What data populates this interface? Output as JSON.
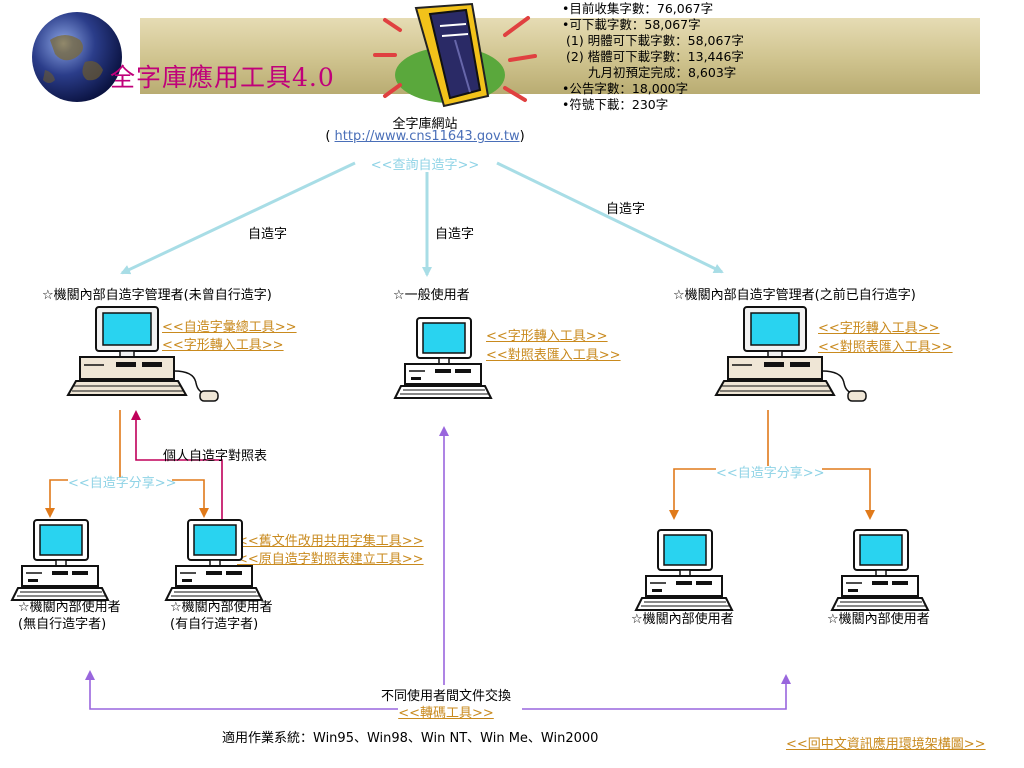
{
  "title": "全字庫應用工具4.0",
  "stats": [
    "•目前收集字數：76,067字",
    "•可下載字數：58,067字",
    "(1) 明體可下載字數：58,067字",
    "(2) 楷體可下載字數：13,446字",
    "九月初預定完成：8,603字",
    "•公告字數：18,000字",
    "•符號下載：230字"
  ],
  "site": {
    "name": "全字庫網站",
    "url_prefix": "(",
    "url": "http://www.cns11643.gov.tw",
    "url_suffix": ")",
    "query": "<<查詢自造字>>"
  },
  "edges": {
    "left": "自造字",
    "middle": "自造字",
    "right": "自造字",
    "personal_table": "個人自造字對照表"
  },
  "nodes": {
    "admin_left": "☆機關內部自造字管理者(未曾自行造字)",
    "general_user": "☆一般使用者",
    "admin_right": "☆機關內部自造字管理者(之前已自行造字)",
    "internal_no_1": "☆機關內部使用者",
    "internal_no_2": "(無自行造字者)",
    "internal_yes_1": "☆機關內部使用者",
    "internal_yes_2": "(有自行造字者)",
    "internal_r1": "☆機關內部使用者",
    "internal_r2": "☆機關內部使用者"
  },
  "tools": {
    "admin_left": [
      "<<自造字彙總工具>>",
      "<<字形轉入工具>>"
    ],
    "general_user": [
      "<<字形轉入工具>>",
      "<<對照表匯入工具>>"
    ],
    "admin_right": [
      "<<字形轉入工具>>",
      "<<對照表匯入工具>>"
    ],
    "internal_yes": [
      "<<舊文件改用共用字集工具>>",
      "<<原自造字對照表建立工具>>"
    ]
  },
  "share_left": "<<自造字分享>>",
  "share_right": "<<自造字分享>>",
  "bottom": {
    "exchange": "不同使用者間文件交換",
    "convert": "<<轉碼工具>>",
    "os": "適用作業系統：Win95、Win98、Win NT、Win Me、Win2000",
    "back": "<<回中文資訊應用環境架構圖>>"
  },
  "colors": {
    "cyan_arrow": "#a8dde6",
    "orange_arrow": "#e07a1a",
    "magenta_arrow": "#c0005a",
    "purple_arrow": "#9966dd",
    "title": "#c0007a",
    "link": "#c98a1e"
  }
}
